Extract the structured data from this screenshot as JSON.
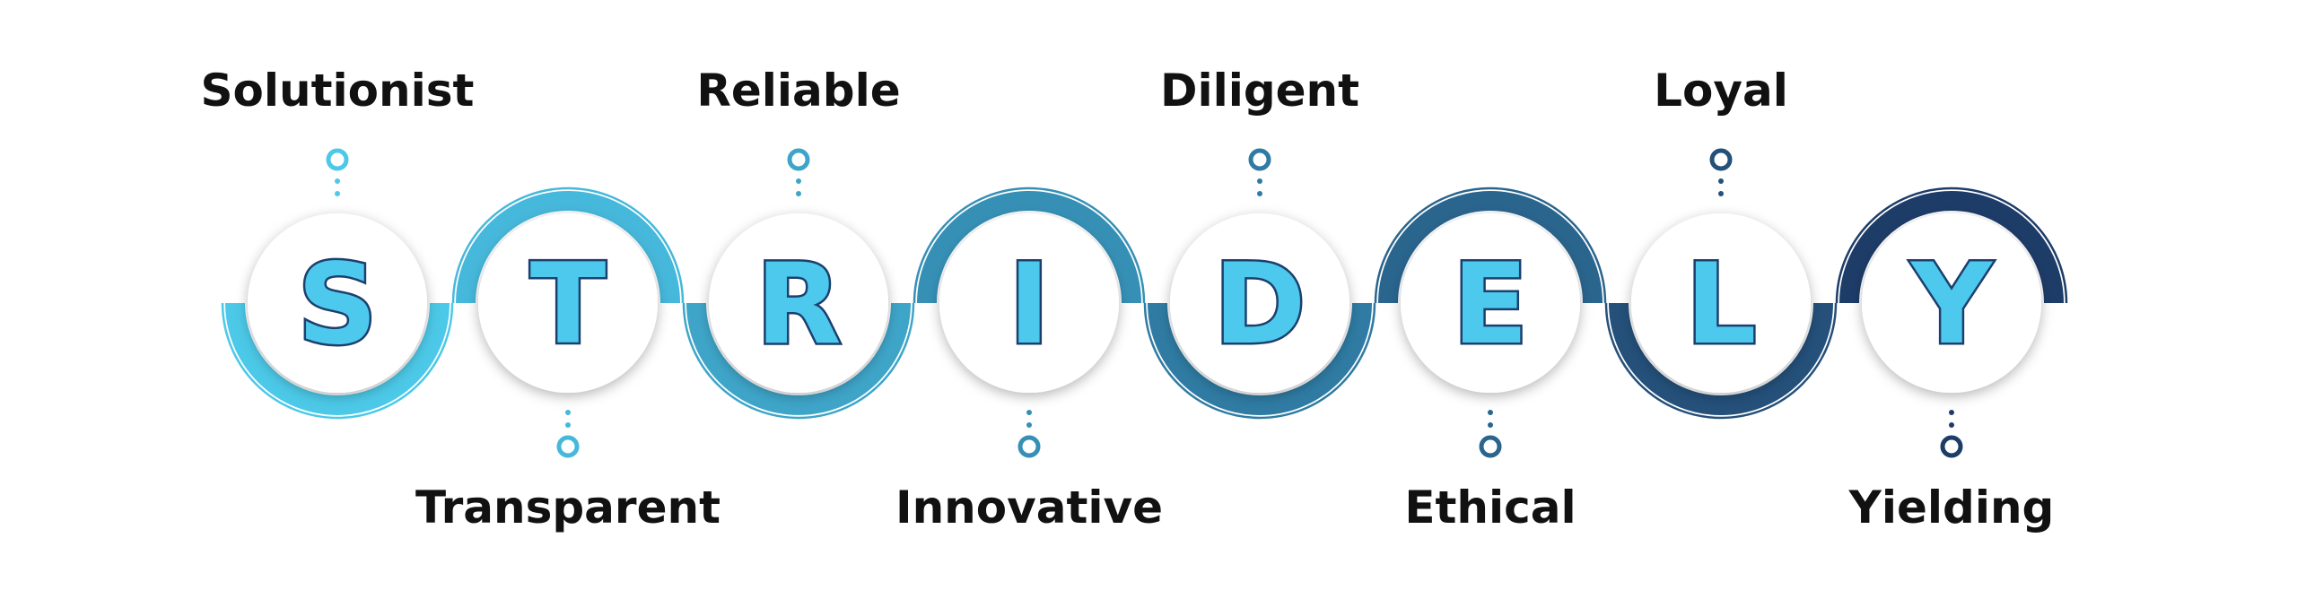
{
  "steps": [
    {
      "letter": "S",
      "word": "Solutionist",
      "position": "top",
      "color": "#4cc9e8"
    },
    {
      "letter": "T",
      "word": "Transparent",
      "position": "bottom",
      "color": "#46b8db"
    },
    {
      "letter": "R",
      "word": "Reliable",
      "position": "top",
      "color": "#3ea5c9"
    },
    {
      "letter": "I",
      "word": "Innovative",
      "position": "bottom",
      "color": "#3690b6"
    },
    {
      "letter": "D",
      "word": "Diligent",
      "position": "top",
      "color": "#2f7ba3"
    },
    {
      "letter": "E",
      "word": "Ethical",
      "position": "bottom",
      "color": "#2a658e"
    },
    {
      "letter": "L",
      "word": "Loyal",
      "position": "top",
      "color": "#24507a"
    },
    {
      "letter": "Y",
      "word": "Yielding",
      "position": "bottom",
      "color": "#1d3c68"
    }
  ],
  "colors": {
    "letter_fill": "#4cc9ec",
    "letter_outline": "#1d3f6e",
    "word_text": "#111111",
    "circle_fill": "#ffffff"
  }
}
